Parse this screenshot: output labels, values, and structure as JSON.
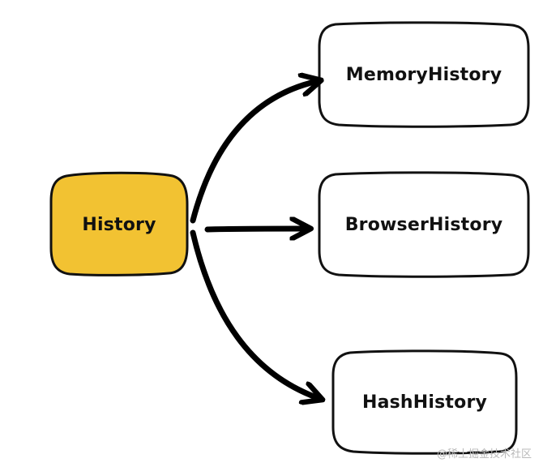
{
  "nodes": {
    "root": {
      "label": "History",
      "fill": "#F2C232"
    },
    "memory": {
      "label": "MemoryHistory",
      "fill": "#ffffff"
    },
    "browser": {
      "label": "BrowserHistory",
      "fill": "#ffffff"
    },
    "hash": {
      "label": "HashHistory",
      "fill": "#ffffff"
    }
  },
  "colors": {
    "stroke": "#111111",
    "arrow": "#000000"
  },
  "watermark": "@稀土掘金技术社区"
}
